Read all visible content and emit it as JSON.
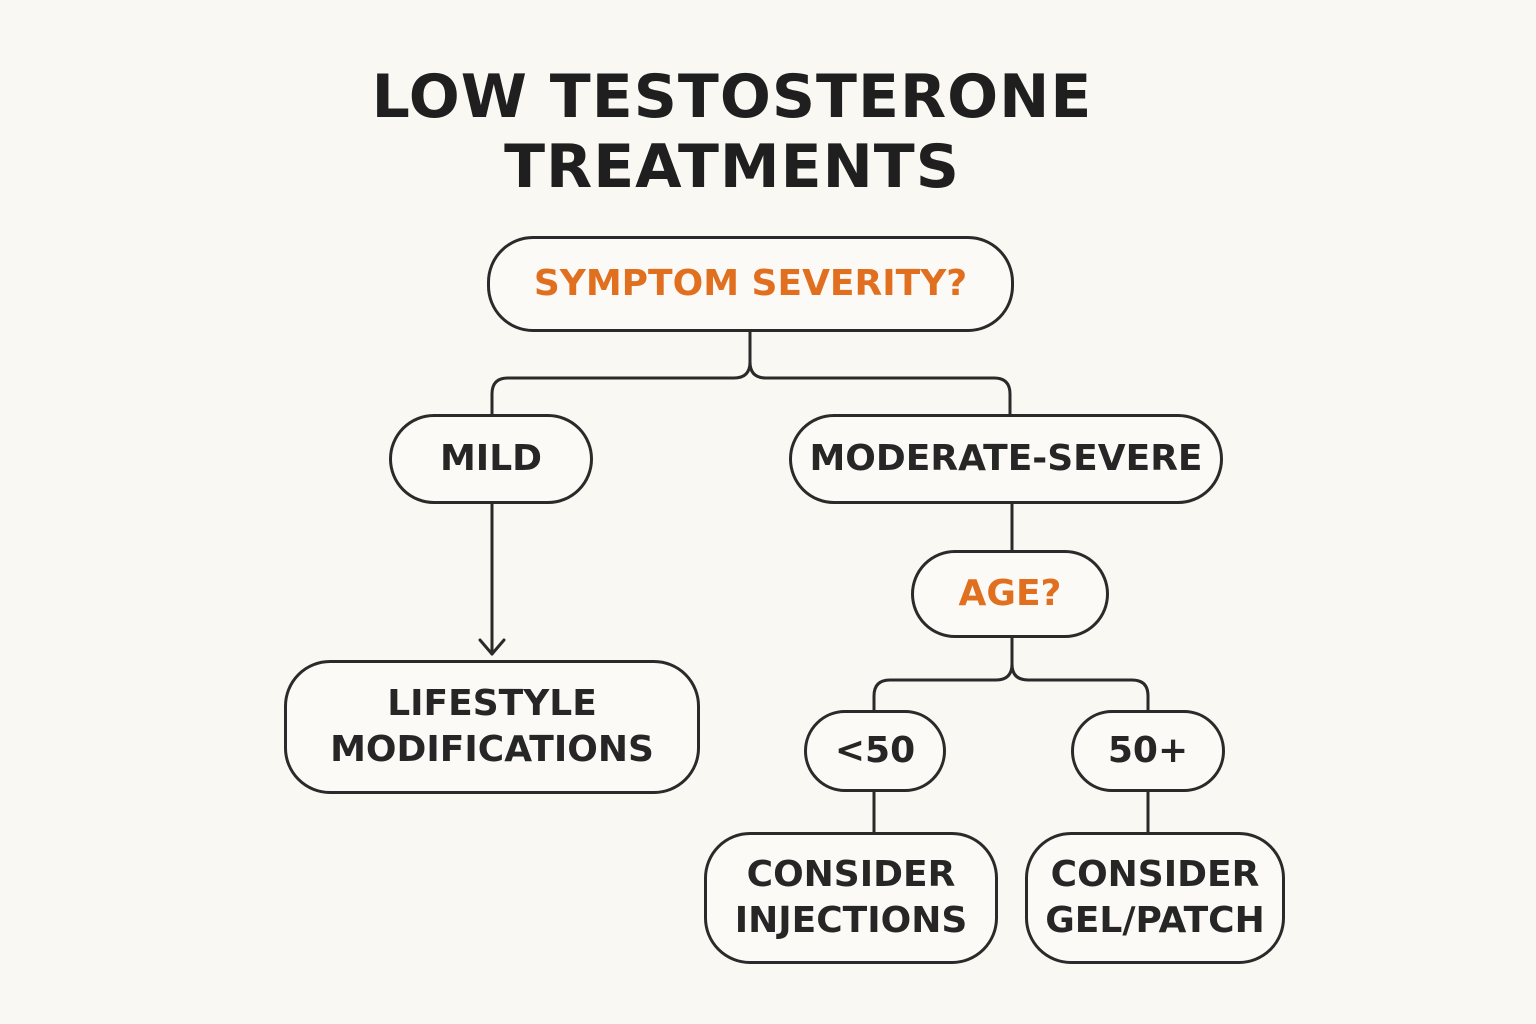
{
  "title": {
    "line1": "LOW TESTOSTERONE",
    "line2": "TREATMENTS"
  },
  "nodes": {
    "root": {
      "label": "SYMPTOM SEVERITY?"
    },
    "mild": {
      "label": "MILD"
    },
    "moderate_severe": {
      "label": "MODERATE-SEVERE"
    },
    "lifestyle": {
      "line1": "LIFESTYLE",
      "line2": "MODIFICATIONS"
    },
    "age": {
      "label": "AGE?"
    },
    "under_50": {
      "label": "<50"
    },
    "over_50": {
      "label": "50+"
    },
    "injections": {
      "line1": "CONSIDER",
      "line2": "INJECTIONS"
    },
    "gel_patch": {
      "line1": "CONSIDER",
      "line2": "GEL/PATCH"
    }
  },
  "colors": {
    "question_accent": "#e07020",
    "text": "#262626",
    "line": "#2a2a2a",
    "background": "#faf8f3"
  }
}
